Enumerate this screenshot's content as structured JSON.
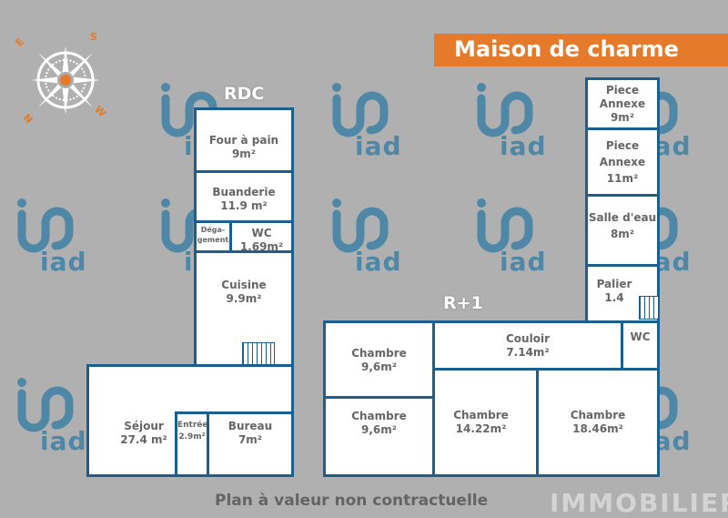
{
  "header": {
    "title": "Maison de charme",
    "compass": {
      "letters": [
        "S",
        "E",
        "W",
        "N"
      ],
      "accent": "#e57a2b"
    }
  },
  "floors": {
    "rdc": {
      "label": "RDC",
      "rooms": [
        {
          "name": "Four à pain",
          "area": "9m²"
        },
        {
          "name": "Buanderie",
          "area": "11.9 m²"
        },
        {
          "name": "Déga-\ngement",
          "area": ""
        },
        {
          "name": "WC",
          "area": "1.69m²"
        },
        {
          "name": "Cuisine",
          "area": "9.9m²"
        },
        {
          "name": "Séjour",
          "area": "27.4 m²"
        },
        {
          "name": "Entrée",
          "area": "2.9m²"
        },
        {
          "name": "Bureau",
          "area": "7m²"
        }
      ]
    },
    "r1": {
      "label": "R+1",
      "rooms": [
        {
          "name": "Piece\nAnnexe",
          "area": "9m²"
        },
        {
          "name": "Piece\nAnnexe",
          "area": "11m²"
        },
        {
          "name": "Salle d'eau",
          "area": "8m²"
        },
        {
          "name": "Palier",
          "area": "1.4"
        },
        {
          "name": "Couloir",
          "area": "7.14m²"
        },
        {
          "name": "WC",
          "area": ""
        },
        {
          "name": "Chambre",
          "area": "9,6m²"
        },
        {
          "name": "Chambre",
          "area": "9,6m²"
        },
        {
          "name": "Chambre",
          "area": "14.22m²"
        },
        {
          "name": "Chambre",
          "area": "18.46m²"
        }
      ]
    }
  },
  "watermark": {
    "text": "iad",
    "color": "#4a86a6"
  },
  "footer": {
    "disclaimer": "Plan à valeur non contractuelle",
    "brand": "IMMOBILIER"
  },
  "colors": {
    "background": "#b0b0b0",
    "wall": "#1a5f8e",
    "banner": "#e57a2b"
  }
}
